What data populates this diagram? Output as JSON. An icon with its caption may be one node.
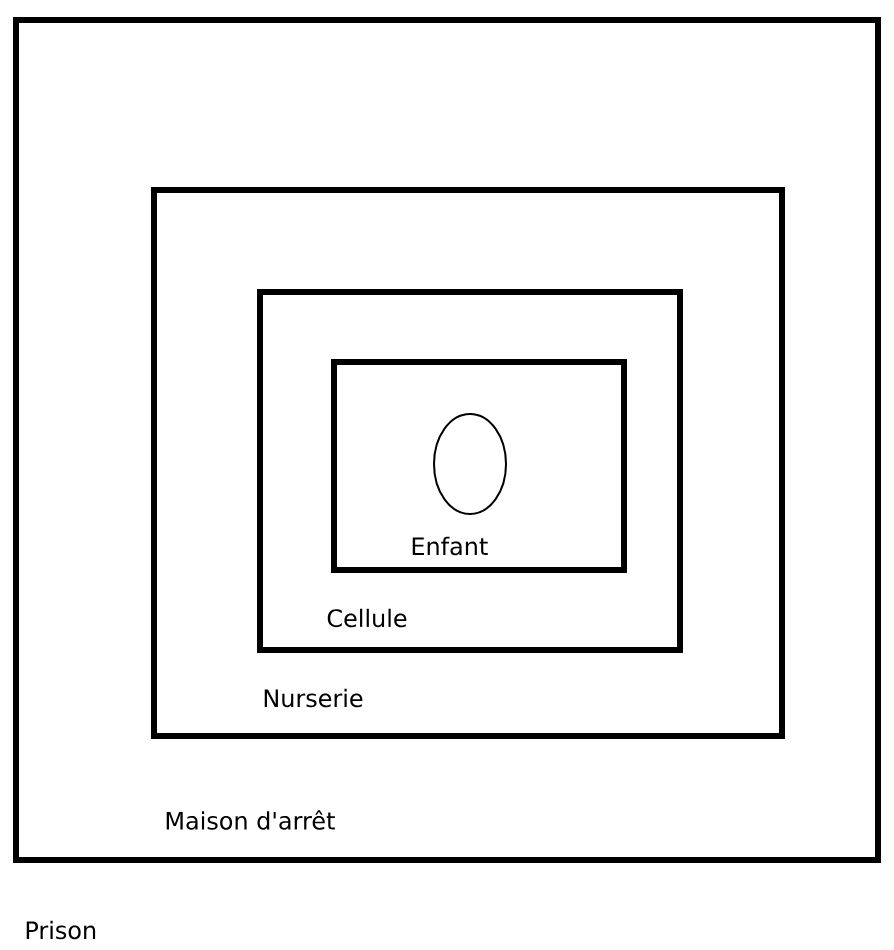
{
  "diagram": {
    "nodes": [
      {
        "text": [
          "Prison"
        ]
      },
      {
        "text": [
          "Maison d'arrêt"
        ],
        "in": 0
      },
      {
        "text": [
          "Nurserie"
        ],
        "in": 1
      },
      {
        "text": [
          "Cellule"
        ],
        "in": 2
      },
      {
        "text": [
          "Enfant"
        ],
        "in": 3
      }
    ]
  }
}
